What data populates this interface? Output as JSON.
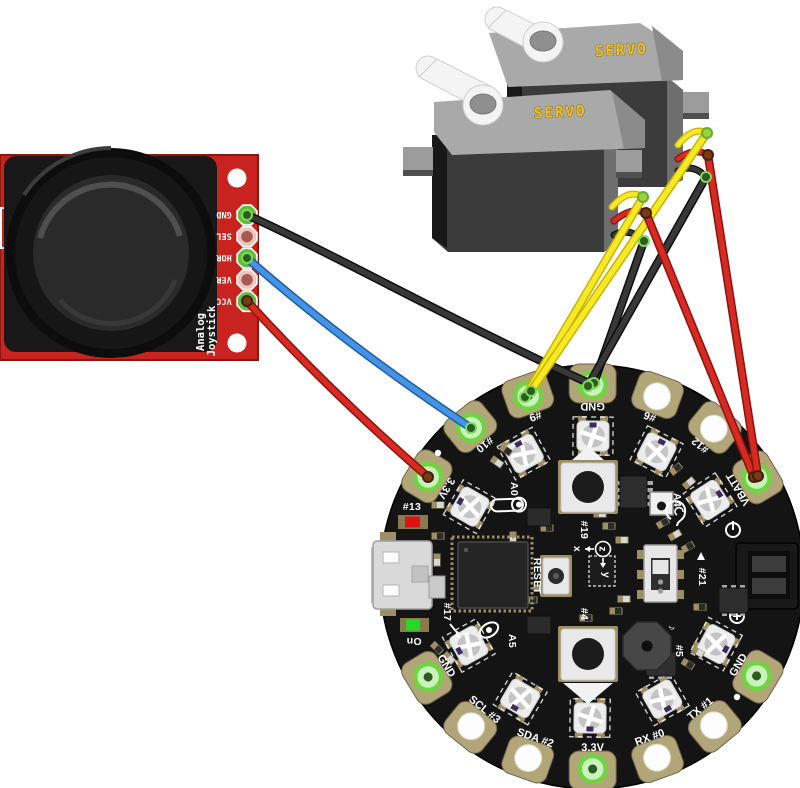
{
  "joystick": {
    "silk_text": [
      "Analog",
      "Joystick"
    ],
    "pins": [
      {
        "label": "GND",
        "connected": true,
        "wire": "black"
      },
      {
        "label": "SEL",
        "connected": false,
        "wire": null
      },
      {
        "label": "HOR",
        "connected": true,
        "wire": "blue"
      },
      {
        "label": "VER",
        "connected": false,
        "wire": null
      },
      {
        "label": "VCC",
        "connected": true,
        "wire": "red"
      }
    ]
  },
  "servos": {
    "back_label": "SERVO",
    "front_label": "SERVO"
  },
  "playground": {
    "pads": [
      {
        "label": "3.3V",
        "connected": true
      },
      {
        "label": "#10",
        "connected": true
      },
      {
        "label": "#9",
        "connected": true
      },
      {
        "label": "GND",
        "connected": true
      },
      {
        "label": "#6",
        "connected": false
      },
      {
        "label": "#12",
        "connected": false
      },
      {
        "label": "VBATT",
        "connected": true
      },
      {
        "label": "GND",
        "connected": true
      },
      {
        "label": "TX #1",
        "connected": false
      },
      {
        "label": "RX #0",
        "connected": false
      },
      {
        "label": "3.3V",
        "connected": true
      },
      {
        "label": "SDA #2",
        "connected": false
      },
      {
        "label": "SCL #3",
        "connected": false
      },
      {
        "label": "GND",
        "connected": true
      }
    ],
    "silk": {
      "d13": "#13",
      "a0": "A0",
      "d19": "#19",
      "a4": "A4",
      "d21": "#21",
      "reset": "RESET",
      "d17": "#17",
      "a5": "A5",
      "d4": "#4",
      "d5": "#5",
      "on": "On",
      "note": "♪",
      "x": "x",
      "y": "y",
      "z": "z"
    },
    "icons": [
      "thermometer-icon",
      "ear-icon",
      "eye-icon",
      "music-note-icon",
      "power-icon",
      "battery-plus-icon",
      "axis-marker-icon"
    ]
  },
  "wires": [
    {
      "id": "wire-joystick-gnd",
      "color": "black",
      "from": "Joystick GND",
      "to": "Playground GND (top)"
    },
    {
      "id": "wire-joystick-hor",
      "color": "blue",
      "from": "Joystick HOR",
      "to": "Playground #10"
    },
    {
      "id": "wire-joystick-vcc",
      "color": "red",
      "from": "Joystick VCC",
      "to": "Playground 3.3V"
    },
    {
      "id": "wire-servo-front-sig",
      "color": "yellow",
      "from": "Front servo signal",
      "to": "Playground #9"
    },
    {
      "id": "wire-servo-back-sig",
      "color": "yellow",
      "from": "Back servo signal",
      "to": "Playground #9"
    },
    {
      "id": "wire-servo-front-gnd",
      "color": "black",
      "from": "Front servo ground",
      "to": "Playground GND (top)"
    },
    {
      "id": "wire-servo-back-gnd",
      "color": "black",
      "from": "Back servo ground",
      "to": "Playground GND (top)"
    },
    {
      "id": "wire-servo-front-pwr",
      "color": "red",
      "from": "Front servo power",
      "to": "Playground VBATT"
    },
    {
      "id": "wire-servo-back-pwr",
      "color": "red",
      "from": "Back servo power",
      "to": "Playground VBATT"
    }
  ],
  "colors": {
    "joystick_pcb": "#c8231e",
    "playground_pcb": "#141414",
    "pad_gold": "#b2a678",
    "pad_green_ring": "#6fd342",
    "servo_body": "#3b3b3b",
    "servo_cap": "#a9a9a9",
    "servo_text": "#f0c11e",
    "wire_black": "#383838",
    "wire_blue": "#4593e6",
    "wire_red": "#d62b20",
    "wire_yellow": "#f7e926"
  }
}
